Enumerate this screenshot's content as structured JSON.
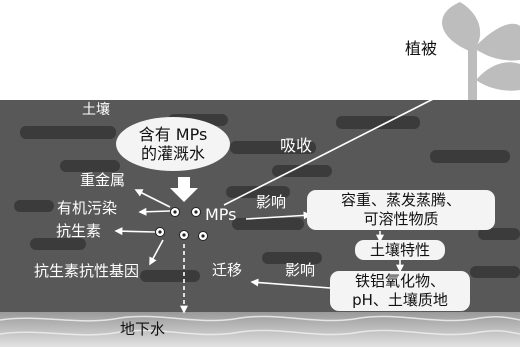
{
  "labels": {
    "plant": "植被",
    "soil": "土壤",
    "source_line1": "含有 MPs",
    "source_line2": "的灌溉水",
    "absorb": "吸收",
    "heavy_metal": "重金属",
    "organic_pollutants": "有机污染",
    "mps": "MPs",
    "influence_top": "影响",
    "antibiotics": "抗生素",
    "arg": "抗生素抗性基因",
    "migration": "迁移",
    "influence_bottom": "影响",
    "groundwater": "地下水"
  },
  "boxes": {
    "properties_line1": "容重、蒸发蒸腾、",
    "properties_line2": "可溶性物质",
    "soil_properties": "土壤特性",
    "fe_al_line1": "铁铝氧化物、",
    "fe_al_line2": "pH、土壤质地"
  },
  "colors": {
    "soil": "#585858",
    "soil_streak": "#3b3b3b",
    "plant": "#bdbdbd",
    "water": "#d6d6d6",
    "box_fill": "#f4f4f4",
    "arrow": "#ffffff"
  }
}
